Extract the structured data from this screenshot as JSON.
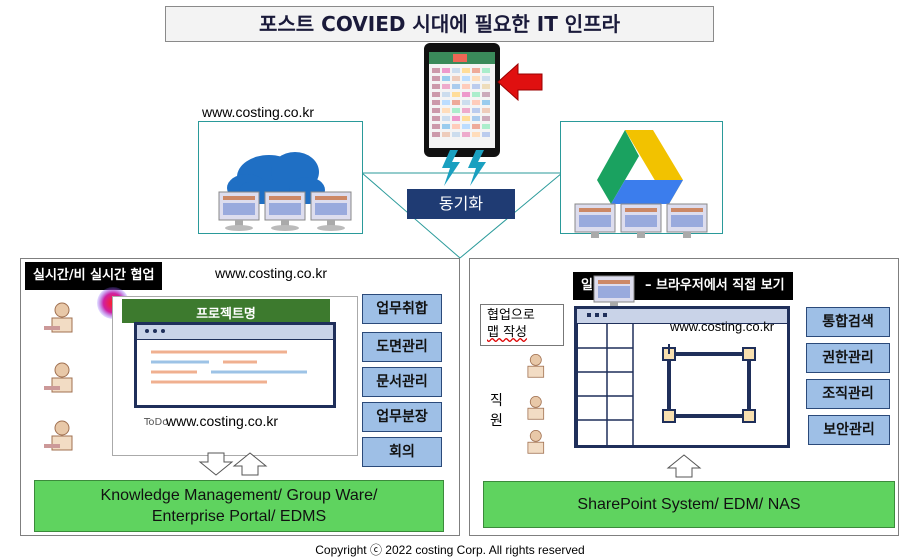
{
  "title": "포스트 COVIED 시대에 필요한 IT 인프라",
  "urls": {
    "onedrive": "www.costing.co.kr",
    "left_panel": "www.costing.co.kr",
    "left_panel_bottom": "www.costing.co.kr",
    "right_panel": "www.costing.co.kr"
  },
  "sync_label": "동기화",
  "left_panel": {
    "label": "실시간/비 실시간 협업",
    "project_name": "프로젝트명",
    "todo_text": "ToDo",
    "buttons": [
      "업무취합",
      "도면관리",
      "문서관리",
      "업무분장",
      "회의"
    ],
    "bottom_line1": "Knowledge Management/ Group Ware/",
    "bottom_line2": "Enterprise Portal/  EDMS"
  },
  "right_panel": {
    "label_prefix": "일",
    "label": "– 브라우저에서 직접 보기",
    "note_line1": "협업으로",
    "note_line2": "맵 작성",
    "staff_char1": "직",
    "staff_char2": "원",
    "buttons": [
      "통합검색",
      "권한관리",
      "조직관리",
      "보안관리"
    ],
    "bottom": "SharePoint System/ EDM/ NAS"
  },
  "copyright": "Copyright ⓒ 2022 costing Corp. All rights reserved",
  "icons": [
    "onedrive-cloud-icon",
    "google-drive-icon",
    "phone-icon",
    "red-arrow-icon",
    "lightning-icon",
    "person-icon",
    "monitor-icon"
  ],
  "colors": {
    "sync_bg": "#1f3b73",
    "button_bg": "#9ebfe6",
    "green_bar": "#5fd35f",
    "teal": "#2a9a9a"
  }
}
